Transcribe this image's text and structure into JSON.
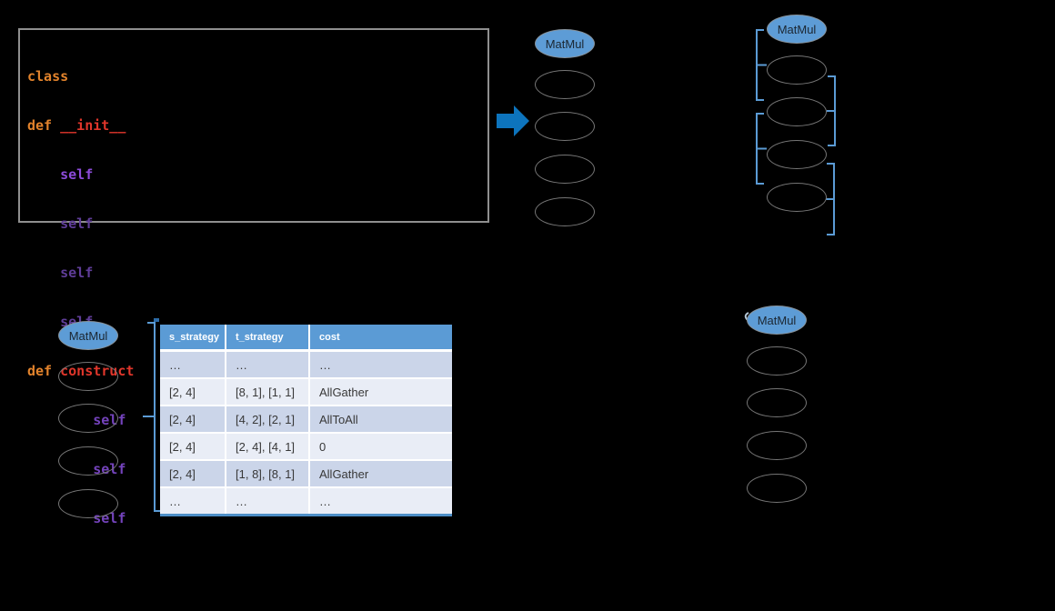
{
  "colors": {
    "background": "#000000",
    "accent_blue": "#5b9bd5",
    "arrow_blue": "#0d74bd",
    "node_fill": "#5d9cd6",
    "node_stroke_gray": "#767676",
    "code_keyword_orange": "#e2832c",
    "code_name_red": "#e0362b",
    "code_self_purple": "#7443bc",
    "table_header_bg": "#5b9bd5",
    "table_band_dark": "#cbd5e9",
    "table_band_light": "#e9edf6"
  },
  "code_panel": {
    "lines": [
      {
        "a": "class"
      },
      {
        "a": "def",
        "b": "__init__"
      },
      {
        "a": "self"
      },
      {
        "a": "self"
      },
      {
        "a": "self"
      },
      {
        "a": "self"
      },
      {
        "a": "def",
        "b": "construct"
      },
      {
        "a": "self"
      },
      {
        "a": "self"
      },
      {
        "a": "self"
      }
    ]
  },
  "graphs": [
    {
      "label": "MatMul"
    },
    {
      "label": "MatMul"
    },
    {
      "label": "MatMul"
    },
    {
      "label": "MatMul"
    }
  ],
  "table": {
    "headers": [
      "s_strategy",
      "t_strategy",
      "cost"
    ],
    "rows": [
      [
        "…",
        "…",
        "…"
      ],
      [
        "[2, 4]",
        "[8, 1], [1, 1]",
        "AllGather"
      ],
      [
        "[2, 4]",
        "[4, 2], [2, 1]",
        "AllToAll"
      ],
      [
        "[2, 4]",
        "[2, 4], [4, 1]",
        "0"
      ],
      [
        "[2, 4]",
        "[1, 8], [8, 1]",
        "AllGather"
      ],
      [
        "…",
        "…",
        "…"
      ]
    ]
  }
}
